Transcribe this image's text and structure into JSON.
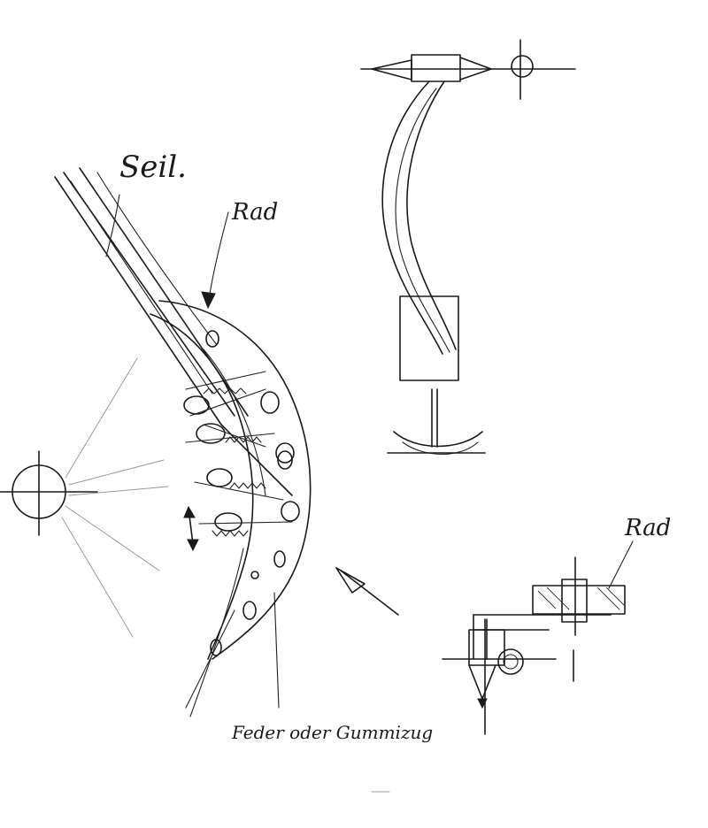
{
  "labels": {
    "seil": "Seil.",
    "rad_top": "Rad",
    "rad_right": "Rad",
    "note": "Feder oder Gummizug"
  },
  "colors": {
    "ink": "#1a1a1a",
    "faint": "#9a9a9a",
    "paper": "#ffffff"
  }
}
